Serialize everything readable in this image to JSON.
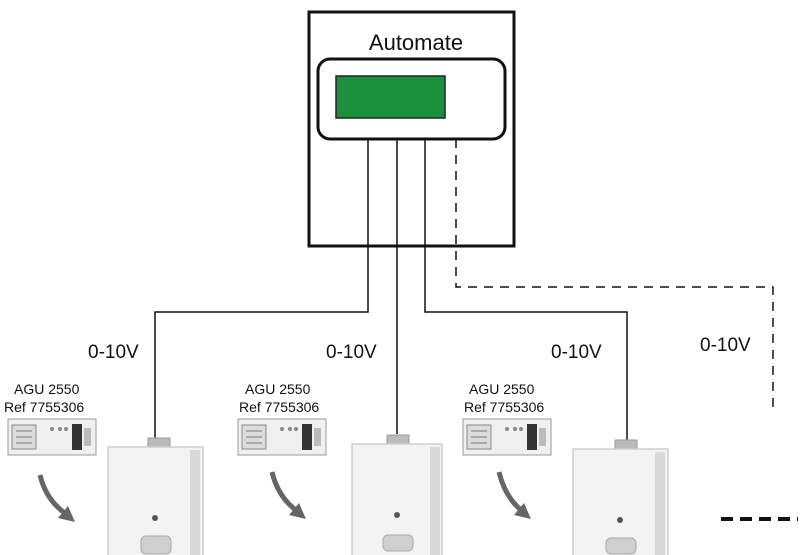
{
  "controller": {
    "title": "Automate",
    "display_color": "#1a8f3c"
  },
  "signal_labels": [
    "0-10V",
    "0-10V",
    "0-10V",
    "0-10V"
  ],
  "modules": [
    {
      "name": "AGU 2550",
      "ref": "Ref 7755306"
    },
    {
      "name": "AGU 2550",
      "ref": "Ref 7755306"
    },
    {
      "name": "AGU 2550",
      "ref": "Ref 7755306"
    }
  ],
  "colors": {
    "line": "#111111",
    "arrow": "#666666",
    "boiler_body": "#f3f3f3",
    "boiler_shade": "#d9d9d9"
  }
}
